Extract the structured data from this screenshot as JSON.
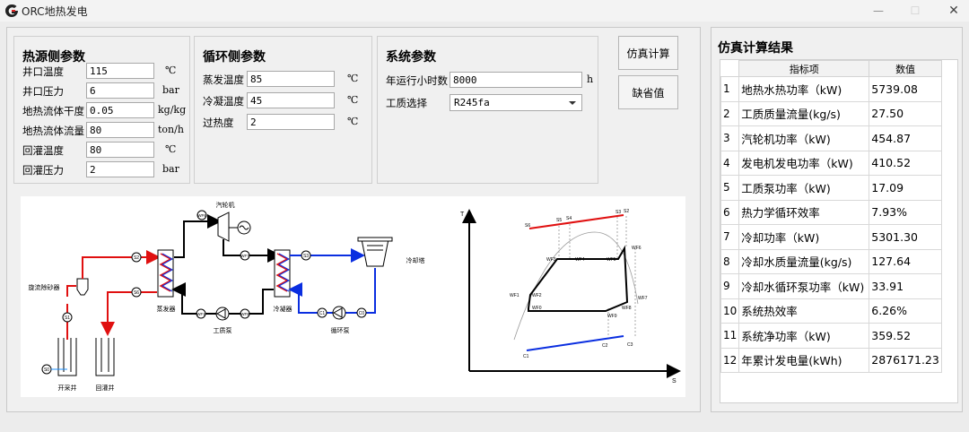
{
  "window": {
    "title": "ORC地热发电",
    "minimize": "—",
    "maximize": "☐",
    "close": "✕"
  },
  "heat_source": {
    "title": "热源侧参数",
    "fields": [
      {
        "label": "井口温度",
        "value": "115",
        "unit": "℃"
      },
      {
        "label": "井口压力",
        "value": "6",
        "unit": "bar"
      },
      {
        "label": "地热流体干度",
        "value": "0.05",
        "unit": "kg/kg"
      },
      {
        "label": "地热流体流量",
        "value": "80",
        "unit": "ton/h"
      },
      {
        "label": "回灌温度",
        "value": "80",
        "unit": "℃"
      },
      {
        "label": "回灌压力",
        "value": "2",
        "unit": "bar"
      }
    ]
  },
  "cycle": {
    "title": "循环侧参数",
    "fields": [
      {
        "label": "蒸发温度",
        "value": "85",
        "unit": "℃"
      },
      {
        "label": "冷凝温度",
        "value": "45",
        "unit": "℃"
      },
      {
        "label": "过热度",
        "value": "2",
        "unit": "℃"
      }
    ]
  },
  "system": {
    "title": "系统参数",
    "hours": {
      "label": "年运行小时数",
      "value": "8000",
      "unit": "h"
    },
    "fluid": {
      "label": "工质选择",
      "value": "R245fa"
    }
  },
  "buttons": {
    "simulate": "仿真计算",
    "defaults": "缺省值"
  },
  "diagram": {
    "turbine": "汽轮机",
    "evaporator": "蒸发器",
    "condenser": "冷凝器",
    "cooling_tower": "冷却塔",
    "separator": "旋流除砂器",
    "pump": "工质泵",
    "circ_pump": "循环泵",
    "prod_well": "开采井",
    "inj_well": "回灌井",
    "nodes": {
      "wf6": "WF6",
      "wf7": "WF7",
      "wf1": "WF1",
      "wf8": "WF8",
      "s2": "S2",
      "s6": "S6",
      "s1": "S1",
      "s0": "S0",
      "s3": "S3",
      "c1": "C1",
      "c0": "C0"
    }
  },
  "ts": {
    "t_axis": "T",
    "s_axis": "S",
    "points": {
      "s6": "S6",
      "s5": "S5",
      "s4": "S4",
      "s3": "S3",
      "s2": "S2",
      "wf6": "WF6",
      "wf3": "WF3",
      "wf4": "WF4",
      "wf5": "WF5",
      "wf1": "WF1",
      "wf2": "WF2",
      "wf0": "WF0",
      "wf7": "WF7",
      "wf8": "WF8",
      "wf9": "WF9",
      "c2": "C2",
      "c3": "C3",
      "c1": "C1"
    }
  },
  "results": {
    "title": "仿真计算结果",
    "col_name": "指标项",
    "col_value": "数值",
    "rows": [
      {
        "idx": "1",
        "name": "地热水热功率（kW)",
        "value": "5739.08"
      },
      {
        "idx": "2",
        "name": "工质质量流量(kg/s)",
        "value": "27.50"
      },
      {
        "idx": "3",
        "name": "汽轮机功率（kW)",
        "value": "454.87"
      },
      {
        "idx": "4",
        "name": "发电机发电功率（kW)",
        "value": "410.52"
      },
      {
        "idx": "5",
        "name": "工质泵功率（kW)",
        "value": "17.09"
      },
      {
        "idx": "6",
        "name": "热力学循环效率",
        "value": "7.93%"
      },
      {
        "idx": "7",
        "name": "冷却功率（kW)",
        "value": "5301.30"
      },
      {
        "idx": "8",
        "name": "冷却水质量流量(kg/s)",
        "value": "127.64"
      },
      {
        "idx": "9",
        "name": "冷却水循环泵功率（kW)",
        "value": "33.91"
      },
      {
        "idx": "10",
        "name": "系统热效率",
        "value": "6.26%"
      },
      {
        "idx": "11",
        "name": "系统净功率（kW)",
        "value": "359.52"
      },
      {
        "idx": "12",
        "name": "年累计发电量(kWh)",
        "value": "2876171.23"
      }
    ]
  }
}
